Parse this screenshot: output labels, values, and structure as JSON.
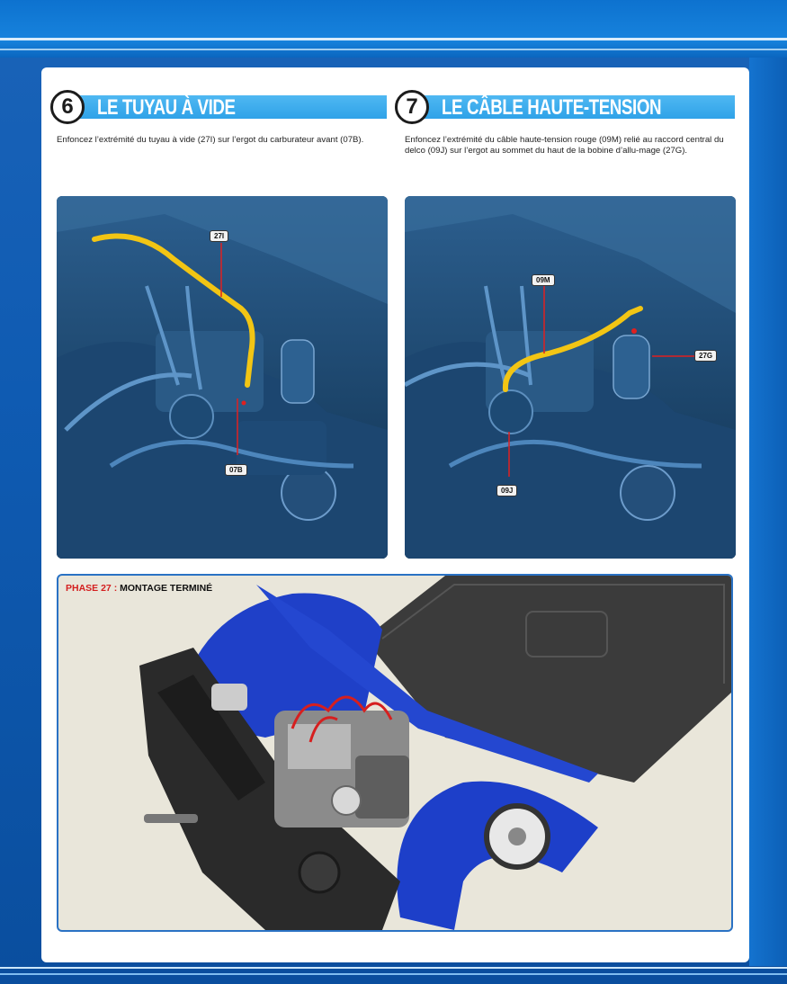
{
  "steps": [
    {
      "number": "6",
      "title": "LE TUYAU À VIDE",
      "text": "Enfoncez l’extrémité du tuyau à vide (27I) sur l’ergot du carburateur avant (07B).",
      "callouts": [
        "27I",
        "07B"
      ]
    },
    {
      "number": "7",
      "title": "LE CÂBLE HAUTE-TENSION",
      "text": "Enfoncez l’extrémité du câble haute-tension rouge (09M) relié au raccord central du delco (09J) sur l’ergot au sommet du haut de la bobine d’allu-mage (27G).",
      "callouts": [
        "09M",
        "27G",
        "09J"
      ]
    }
  ],
  "final": {
    "phase_label": "PHASE 27 :",
    "title": "MONTAGE TERMINÉ"
  },
  "colors": {
    "accent_blue": "#2fa2e8",
    "hose_yellow": "#f2c514",
    "phase_red": "#d41f1f",
    "body_blue": "#1d3fc9"
  }
}
